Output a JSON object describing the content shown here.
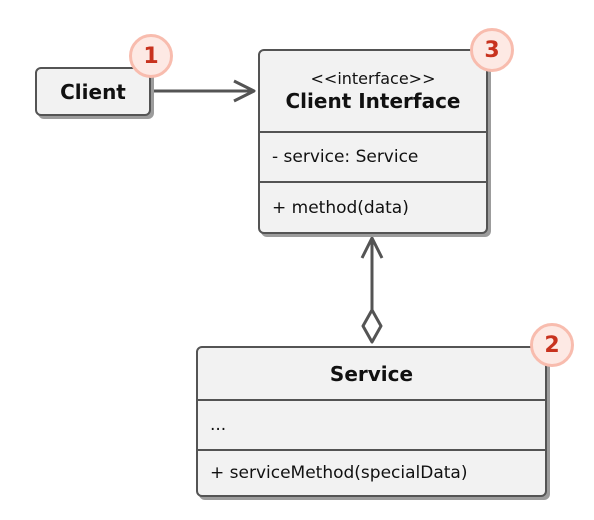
{
  "client": {
    "name": "Client",
    "badge": "1"
  },
  "client_interface": {
    "stereotype": "<<interface>>",
    "name": "Client Interface",
    "field": "- service: Service",
    "method": "+ method(data)",
    "badge": "3"
  },
  "service": {
    "name": "Service",
    "field": "...",
    "method": "+ serviceMethod(specialData)",
    "badge": "2"
  },
  "colors": {
    "box_fill": "#f2f2f2",
    "border": "#545454",
    "shadow": "#9c9c9c",
    "badge_fill": "#fde9e4",
    "badge_ring": "#f8bcae",
    "badge_text": "#c8321e"
  }
}
